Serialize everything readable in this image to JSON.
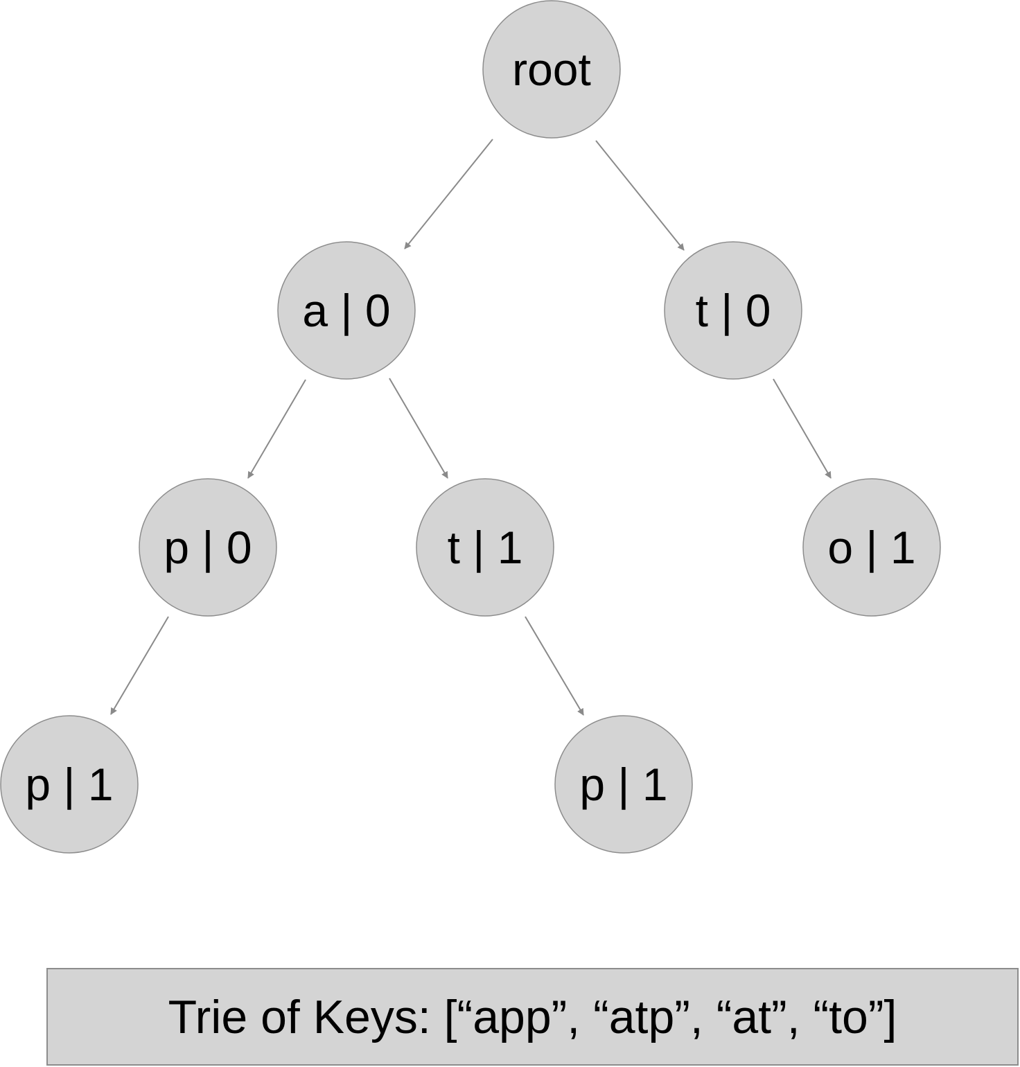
{
  "diagram": {
    "type": "trie",
    "nodes": [
      {
        "id": "root",
        "label": "root"
      },
      {
        "id": "a",
        "label": "a | 0"
      },
      {
        "id": "t",
        "label": "t | 0"
      },
      {
        "id": "ap",
        "label": "p | 0"
      },
      {
        "id": "at",
        "label": "t | 1"
      },
      {
        "id": "to",
        "label": "o | 1"
      },
      {
        "id": "app",
        "label": "p | 1"
      },
      {
        "id": "atp",
        "label": "p | 1"
      }
    ],
    "edges": [
      {
        "from": "root",
        "to": "a"
      },
      {
        "from": "root",
        "to": "t"
      },
      {
        "from": "a",
        "to": "ap"
      },
      {
        "from": "a",
        "to": "at"
      },
      {
        "from": "t",
        "to": "to"
      },
      {
        "from": "ap",
        "to": "app"
      },
      {
        "from": "at",
        "to": "atp"
      }
    ],
    "colors": {
      "node_fill": "#d4d4d4",
      "node_stroke": "#8c8c8c",
      "edge": "#8a8a8a",
      "text": "#000000"
    }
  },
  "caption": {
    "text": "Trie of Keys: [“app”, “atp”, “at”, “to”]"
  }
}
